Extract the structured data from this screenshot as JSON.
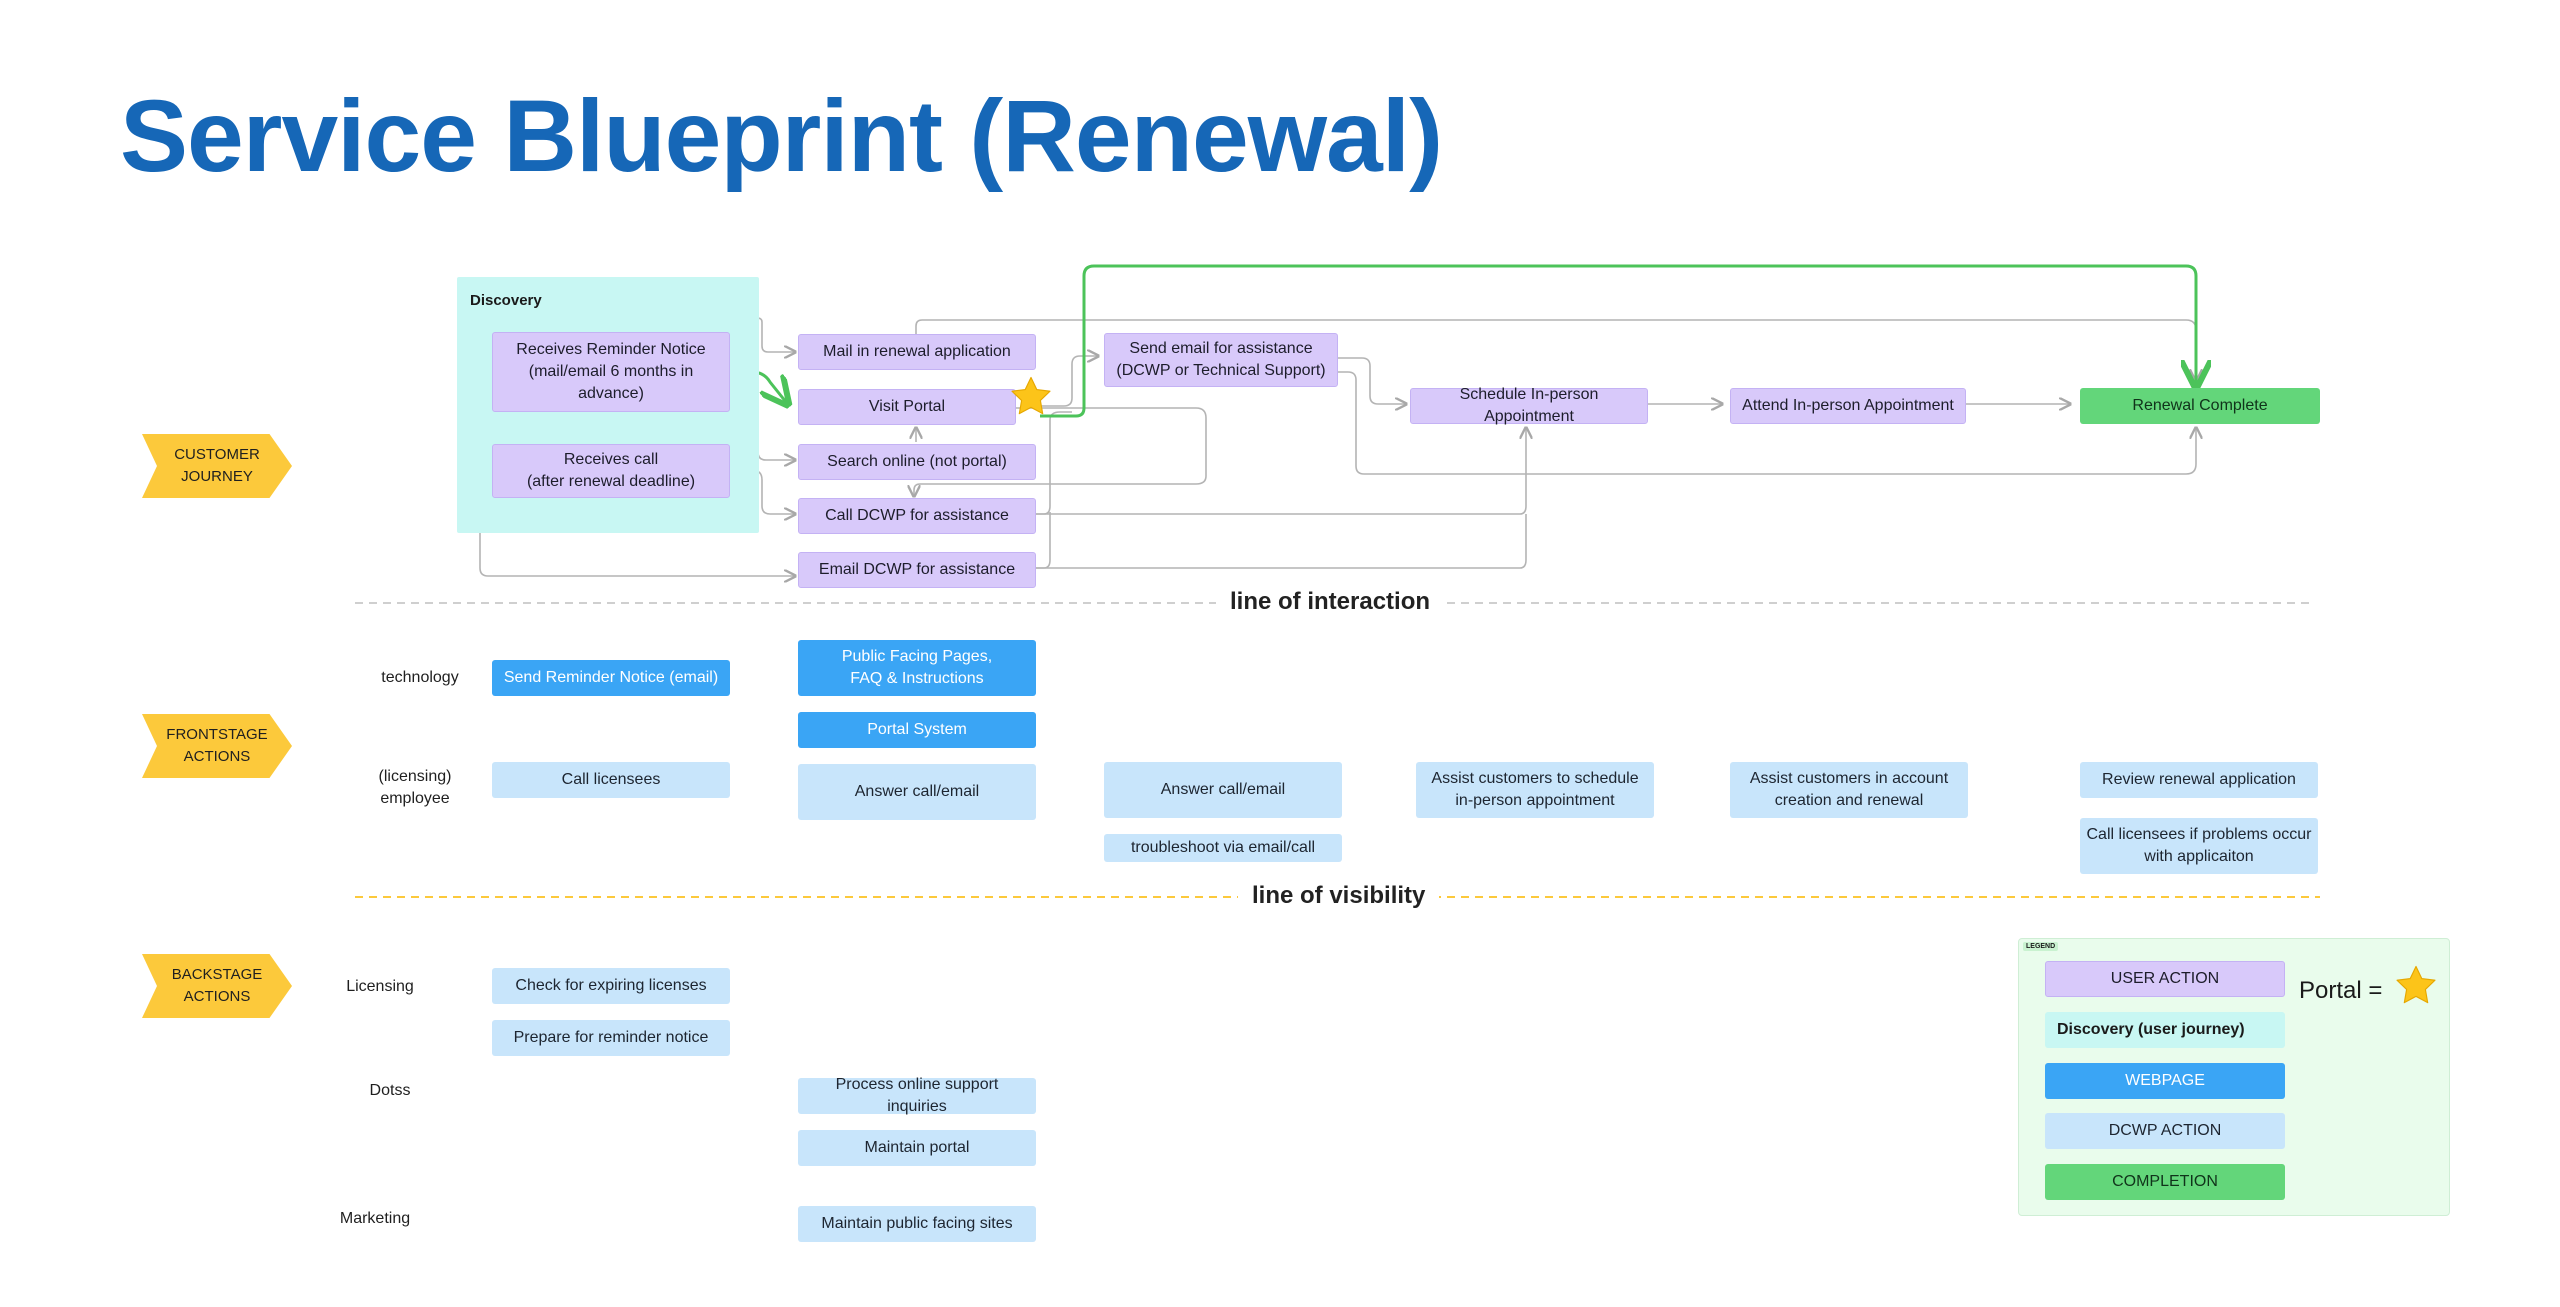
{
  "title": "Service Blueprint (Renewal)",
  "sections": {
    "customer_journey": "CUSTOMER\nJOURNEY",
    "frontstage": "FRONTSTAGE\nACTIONS",
    "backstage": "BACKSTAGE\nACTIONS"
  },
  "dividers": {
    "interaction": "line of interaction",
    "visibility": "line of visibility"
  },
  "customer_journey": {
    "discovery_label": "Discovery",
    "reminder_notice": "Receives Reminder Notice\n(mail/email 6 months in\nadvance)",
    "receives_call": "Receives call\n(after renewal deadline)",
    "mail_in": "Mail in renewal application",
    "visit_portal": "Visit Portal",
    "search_online": "Search online (not portal)",
    "call_dcwp": "Call DCWP for assistance",
    "email_dcwp": "Email DCWP for assistance",
    "send_email": "Send email for assistance\n(DCWP or Technical Support)",
    "schedule": "Schedule In-person Appointment",
    "attend": "Attend In-person Appointment",
    "complete": "Renewal Complete"
  },
  "frontstage": {
    "technology_label": "technology",
    "employee_label": "(licensing)\nemployee",
    "send_reminder": "Send Reminder Notice (email)",
    "public_pages": "Public Facing Pages,\nFAQ & Instructions",
    "portal_system": "Portal System",
    "call_licensees": "Call licensees",
    "answer_call_1": "Answer call/email",
    "answer_call_2": "Answer call/email",
    "troubleshoot": "troubleshoot via email/call",
    "assist_schedule": "Assist customers to schedule\nin-person appointment",
    "assist_account": "Assist customers in account\ncreation and renewal",
    "review": "Review renewal application",
    "call_problems": "Call licensees if problems occur\nwith applicaiton"
  },
  "backstage": {
    "licensing_label": "Licensing",
    "dotss_label": "Dotss",
    "marketing_label": "Marketing",
    "check_expiring": "Check for expiring licenses",
    "prepare_reminder": "Prepare for reminder notice",
    "process_support": "Process online support inquiries",
    "maintain_portal": "Maintain portal",
    "maintain_public": "Maintain public facing sites"
  },
  "legend": {
    "tag": "LEGEND",
    "user_action": "USER ACTION",
    "discovery": "Discovery (user journey)",
    "webpage": "WEBPAGE",
    "dcwp_action": "DCWP ACTION",
    "completion": "COMPLETION",
    "portal_eq": "Portal ="
  },
  "colors": {
    "title": "#1667b7",
    "user_action": "#d8c9fa",
    "discovery": "#c8f7f3",
    "webpage": "#3aa5f5",
    "dcwp_action": "#c8e5fb",
    "completion": "#63d67a",
    "section_tag": "#fcc93b",
    "star": "#fcc419",
    "green_flow": "#4cc35a"
  },
  "icons": {
    "portal_marker": "star-icon"
  }
}
